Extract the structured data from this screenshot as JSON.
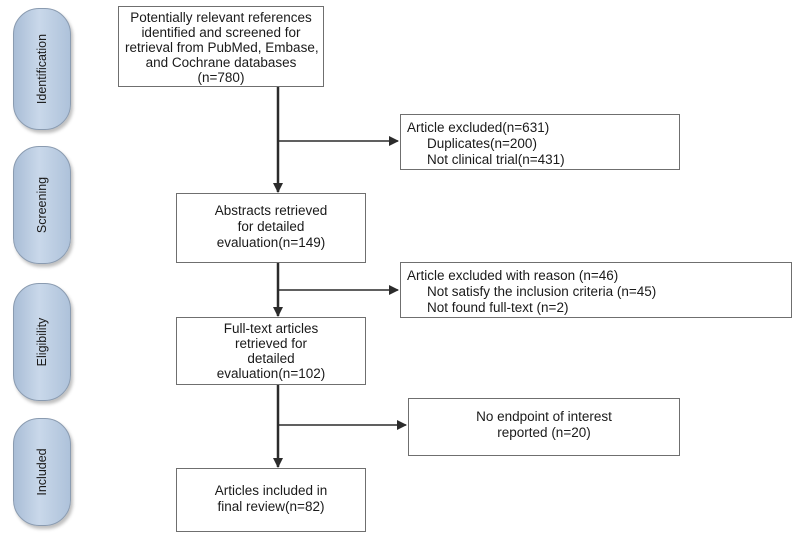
{
  "stages": [
    {
      "id": "identification",
      "label": "Identification"
    },
    {
      "id": "screening",
      "label": "Screening"
    },
    {
      "id": "eligibility",
      "label": "Eligibility"
    },
    {
      "id": "included",
      "label": "Included"
    }
  ],
  "boxes": {
    "identified": {
      "lines": [
        "Potentially relevant references",
        "identified and screened for",
        "retrieval from PubMed, Embase,",
        "and Cochrane databases",
        "(n=780)"
      ]
    },
    "excluded_1": {
      "lines": [
        "Article excluded(n=631)",
        "Duplicates(n=200)",
        "Not clinical trial(n=431)"
      ]
    },
    "abstracts": {
      "lines": [
        "Abstracts retrieved",
        "for detailed",
        "evaluation(n=149)"
      ]
    },
    "excluded_2": {
      "lines": [
        "Article excluded with reason (n=46)",
        "Not satisfy the inclusion criteria (n=45)",
        "Not found full-text (n=2)"
      ]
    },
    "fulltext": {
      "lines": [
        "Full-text articles",
        "retrieved for",
        "detailed",
        "evaluation(n=102)"
      ]
    },
    "excluded_3": {
      "lines": [
        "No endpoint of interest",
        "reported (n=20)"
      ]
    },
    "included": {
      "lines": [
        "Articles included in",
        "final review(n=82)"
      ]
    }
  }
}
